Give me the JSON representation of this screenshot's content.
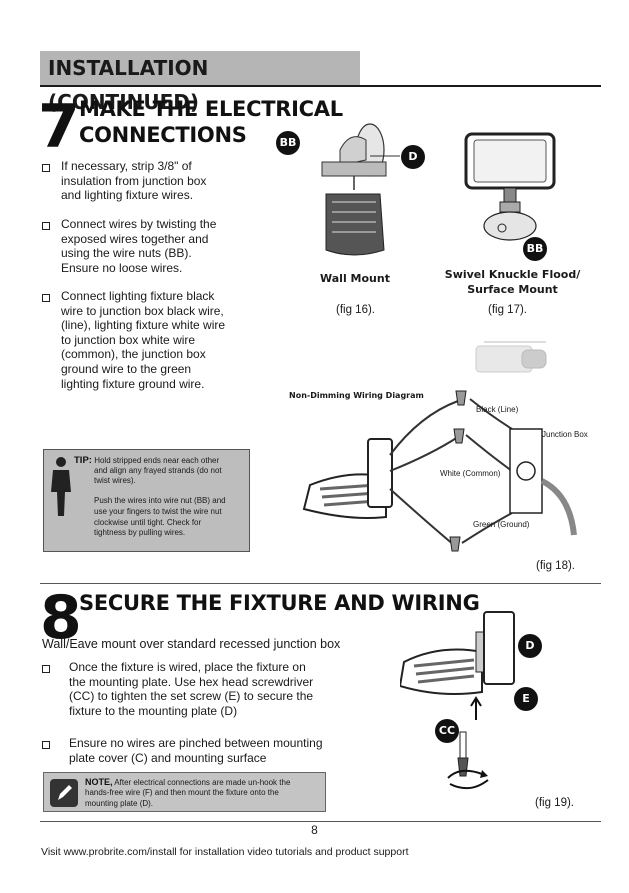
{
  "header": {
    "title": "INSTALLATION (CONTINUED)"
  },
  "step7": {
    "number": "7",
    "title_line1": "MAKE THE ELECTRICAL",
    "title_line2": "CONNECTIONS",
    "bullets": [
      [
        "If necessary, strip 3/8\" of",
        "insulation from junction box",
        "and lighting fixture wires."
      ],
      [
        "Connect wires by twisting the",
        "exposed wires together and",
        "using the wire nuts (BB).",
        "Ensure no loose wires."
      ],
      [
        "Connect lighting fixture black",
        "wire to junction box black wire,",
        "(line), lighting fixture white wire",
        "to junction box white wire",
        "(common), the junction box",
        "ground wire to the green",
        "lighting fixture ground wire."
      ]
    ],
    "tip": {
      "label": "TIP:",
      "line1": "Hold stripped ends near each other",
      "line2": "and align any frayed strands (do not",
      "line3": "twist wires).",
      "line4": "Push the wires into wire nut (BB) and",
      "line5": "use your fingers to twist the wire nut",
      "line6": "clockwise until tight. Check for",
      "line7": "tightness by pulling wires."
    }
  },
  "figures": {
    "wall_mount": {
      "caption": "Wall Mount",
      "fig": "(fig 16).",
      "labels": {
        "bb": "BB",
        "d": "D"
      }
    },
    "swivel": {
      "caption_line1": "Swivel Knuckle Flood/",
      "caption_line2": "Surface Mount",
      "fig": "(fig 17).",
      "labels": {
        "bb": "BB"
      }
    },
    "wiring": {
      "title": "Non-Dimming Wiring Diagram",
      "black": "Black (Line)",
      "junction": "Junction Box",
      "white": "White (Common)",
      "green": "Green (Ground)",
      "fig": "(fig 18)."
    },
    "install": {
      "fig": "(fig 19).",
      "labels": {
        "d": "D",
        "e": "E",
        "cc": "CC"
      }
    }
  },
  "step8": {
    "number": "8",
    "title": "SECURE THE FIXTURE AND WIRING",
    "subtitle": "Wall/Eave mount over standard recessed junction box",
    "bullets": [
      [
        "Once the fixture is wired, place the fixture on",
        "the mounting plate. Use hex head screwdriver",
        "(CC) to tighten the set screw (E) to secure the",
        "fixture to the mounting plate (D)"
      ],
      [
        "Ensure no wires are pinched between mounting",
        "plate cover (C) and mounting surface"
      ]
    ],
    "note": {
      "label": "NOTE,",
      "line1": "After electrical connections are made un-hook the",
      "line2": "hands-free wire (F) and then mount the fixture onto the",
      "line3": "mounting plate (D)."
    }
  },
  "footer": {
    "page": "8",
    "text": "Visit www.probrite.com/install for installation video tutorials and product support"
  },
  "colors": {
    "header_bg": "#b5b5b5",
    "tip_bg": "#bdbdbd",
    "note_bg": "#c4c4c4",
    "label_circle": "#111111"
  }
}
